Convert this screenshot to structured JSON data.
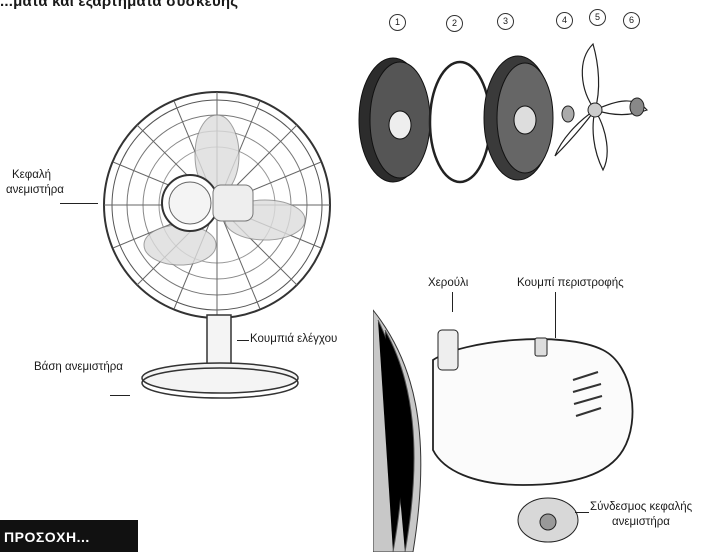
{
  "page": {
    "heading": "...ματα και εξαρτήματα συσκευής",
    "badge": "ΠΡΟΣΟΧΗ..."
  },
  "fan_labels": {
    "head": [
      "Κεφαλή",
      "ανεμιστήρα"
    ],
    "controls": "Κουμπιά ελέγχου",
    "base": "Βάση ανεμιστήρα"
  },
  "exploded_parts": [
    "1",
    "2",
    "3",
    "4",
    "5",
    "6"
  ],
  "detail_labels": {
    "handle": "Χερούλι",
    "rotation_knob": "Κουμπί περιστροφής",
    "head_connection": [
      "Σύνδεσμος κεφαλής",
      "ανεμιστήρα"
    ]
  }
}
